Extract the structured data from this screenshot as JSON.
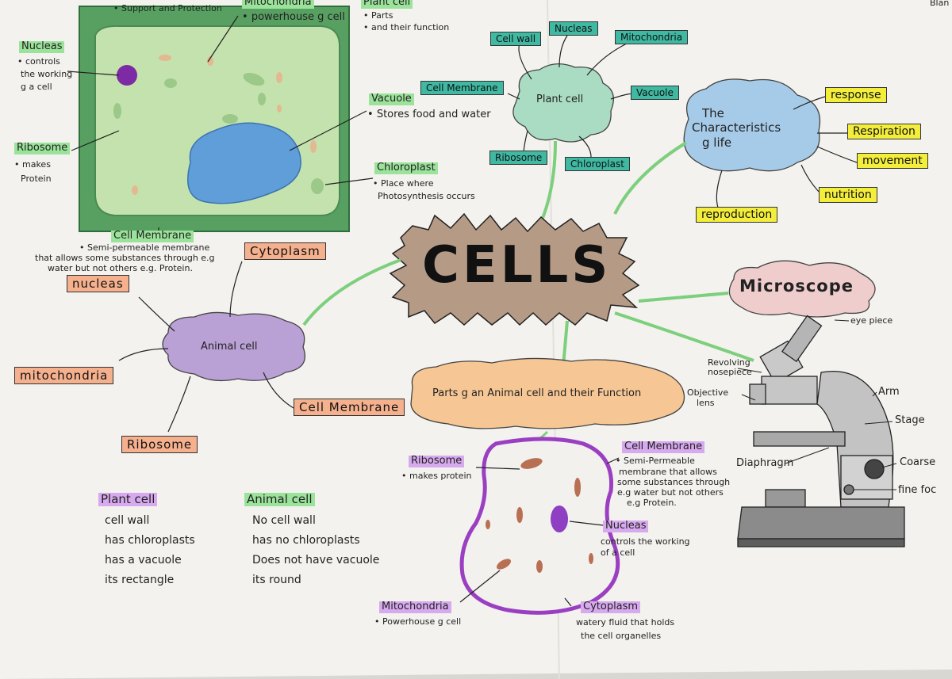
{
  "title": "CELLS",
  "corner_text": "Blan",
  "plant_diagram": {
    "cell_wall_desc": "Support and Protection",
    "mitochondria_label": "Mitochondria",
    "mitochondria_desc": "powerhouse g cell",
    "plant_cell_label": "Plant cell",
    "plant_cell_desc_1": "Parts",
    "plant_cell_desc_2": "and their function",
    "nucleas_label": "Nucleas",
    "nucleas_desc_1": "controls",
    "nucleas_desc_2": "the working",
    "nucleas_desc_3": "g a cell",
    "vacuole_label": "Vacuole",
    "vacuole_desc": "Stores food and water",
    "ribosome_label": "Ribosome",
    "ribosome_desc_1": "makes",
    "ribosome_desc_2": "Protein",
    "chloroplast_label": "Chloroplast",
    "chloroplast_desc_1": "Place where",
    "chloroplast_desc_2": "Photosynthesis occurs",
    "membrane_label": "Cell Membrane",
    "membrane_desc_1": "Semi-permeable membrane",
    "membrane_desc_2": "that allows some substances through e.g",
    "membrane_desc_3": "water but not others e.g. Protein."
  },
  "plant_cell_cloud": {
    "center": "Plant cell",
    "branches": [
      "Cell wall",
      "Nucleas",
      "Mitochondria",
      "Cell Membrane",
      "Vacuole",
      "Ribosome",
      "Chloroplast"
    ]
  },
  "characteristics_cloud": {
    "line1": "The",
    "line2": "Characteristics",
    "line3": "g life",
    "branches": [
      "response",
      "Respiration",
      "movement",
      "nutrition",
      "reproduction"
    ]
  },
  "animal_cell_cloud": {
    "center": "Animal cell",
    "branches": [
      "Cytoplasm",
      "nucleas",
      "mitochondria",
      "Ribosome",
      "Cell Membrane"
    ]
  },
  "parts_cloud": {
    "text": "Parts g an Animal cell and their Function"
  },
  "microscope_cloud": {
    "text": "Microscope",
    "labels": [
      "eye piece",
      "Revolving",
      "nosepiece",
      "Objective",
      "lens",
      "Arm",
      "Stage",
      "Diaphragm",
      "Coarse",
      "fine foc"
    ]
  },
  "animal_diagram": {
    "ribosome_label": "Ribosome",
    "ribosome_desc": "makes protein",
    "membrane_label": "Cell Membrane",
    "membrane_desc_1": "Semi-Permeable",
    "membrane_desc_2": "membrane that allows",
    "membrane_desc_3": "some substances through",
    "membrane_desc_4": "e.g water but not others",
    "membrane_desc_5": "e.g Protein.",
    "nucleas_label": "Nucleas",
    "nucleas_desc_1": "controls the working",
    "nucleas_desc_2": "of a cell",
    "mitochondria_label": "Mitochondria",
    "mitochondria_desc": "Powerhouse g cell",
    "cytoplasm_label": "Cytoplasm",
    "cytoplasm_desc_1": "watery fluid that holds",
    "cytoplasm_desc_2": "the cell organelles"
  },
  "comparison": {
    "plant_heading": "Plant cell",
    "plant_items": [
      "cell wall",
      "has chloroplasts",
      "has a vacuole",
      "its rectangle"
    ],
    "animal_heading": "Animal cell",
    "animal_items": [
      "No cell wall",
      "has no chloroplasts",
      "Does not have vacuole",
      "its round"
    ]
  },
  "colors": {
    "paper": "#f3f2ee",
    "teal_box": "#3fb9a2",
    "yellow_box": "#f3ee3c",
    "orange_box": "#f5b08e",
    "green_highlight": "#9be39b",
    "purple_highlight": "#d7a9ee",
    "plant_wall": "#4f9a5a",
    "plant_cytoplasm": "#bfe0a8",
    "vacuole": "#5f9ed8",
    "animal_outline": "#9b3fc2"
  }
}
